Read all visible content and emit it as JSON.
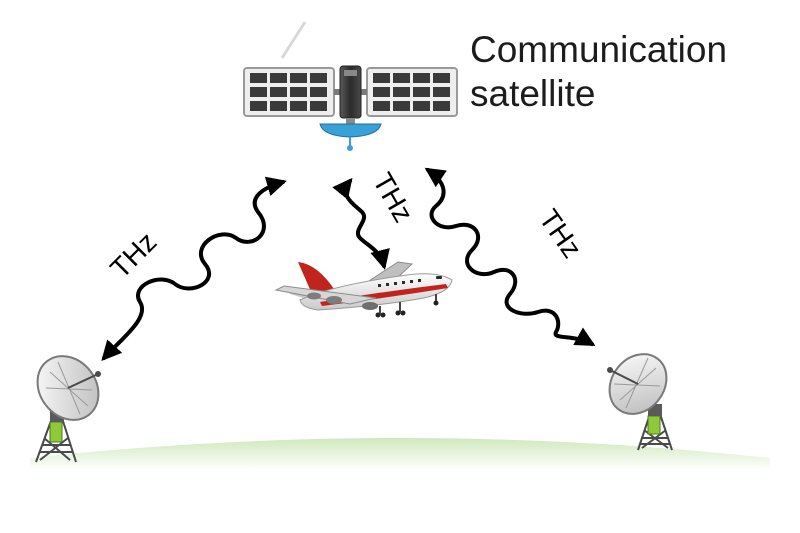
{
  "labels": {
    "satellite_line1": "Communication",
    "satellite_line2": "satellite",
    "link_left": "THz",
    "link_center": "THz",
    "link_right": "THz"
  },
  "icons": {
    "satellite": "satellite-icon",
    "airplane": "airplane-icon",
    "dish_left": "satellite-dish-icon",
    "dish_right": "satellite-dish-icon"
  },
  "colors": {
    "ground": "#b9dca1",
    "wave": "#000000",
    "solar_panel": "#3a3a3a",
    "antenna_blue": "#3aa0d8",
    "airplane_red": "#c0241c",
    "tower_green": "#8fc93a"
  }
}
